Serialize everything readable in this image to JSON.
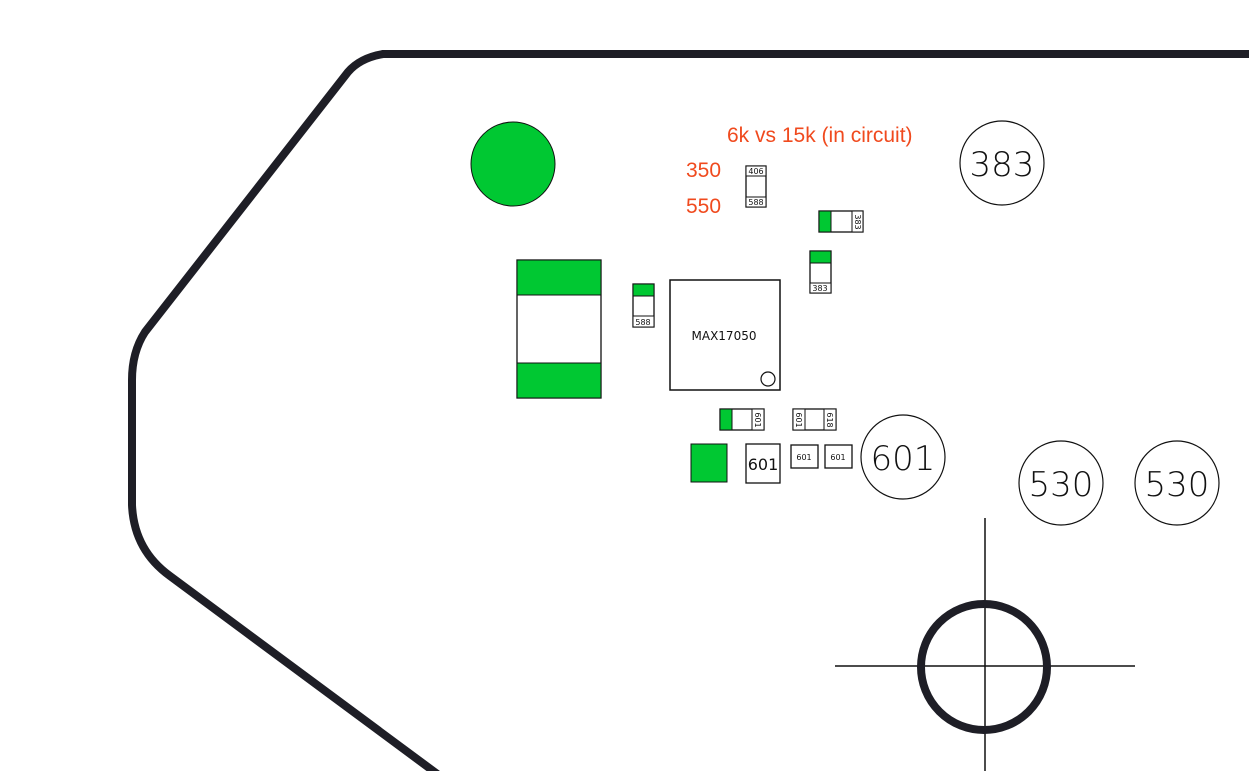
{
  "colors": {
    "pad": "#00c832",
    "outline": "#1e1e26",
    "annotation": "#f04a1e",
    "stroke": "#111111"
  },
  "annotations": {
    "resistance_note": "6k vs 15k (in circuit)",
    "value_350": "350",
    "value_550": "550"
  },
  "chip": {
    "label": "MAX17050"
  },
  "component_labels": {
    "r_top_upper": "406",
    "r_top_lower": "588",
    "r_horizontal_383": "383",
    "r_vertical_383": "383",
    "r_left_588": "588",
    "r_bottom_left_601": "601",
    "r_bottom_right_601": "601",
    "r_bottom_right_618": "618",
    "c_601_large": "601",
    "c_601_small_a": "601",
    "c_601_small_b": "601"
  },
  "circle_labels": {
    "c383": "383",
    "c601": "601",
    "c530_left": "530",
    "c530_right": "530"
  }
}
